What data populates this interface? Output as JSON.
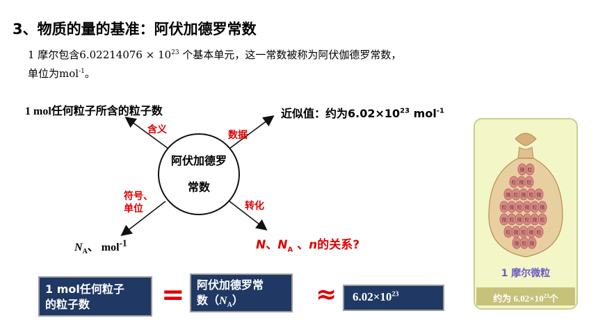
{
  "title": "3、物质的量的基准：阿伏加德罗常数",
  "intro": {
    "line1_pre": "1 摩尔包含6.02214076 × 10",
    "line1_exp": "23",
    "line1_post": " 个基本单元，这一常数被称为阿伏伽德罗常数，",
    "line2_pre": "单位为mol",
    "line2_exp": "-1",
    "line2_post": "。"
  },
  "diagram": {
    "center_line1": "阿伏加德罗",
    "center_line2": "常数",
    "top_left_label": "1 mol任何粒子所含的粒子数",
    "top_left_tag": "含义",
    "top_right_label_pre": "近似值：约为6.02×10",
    "top_right_label_exp": "23",
    "top_right_label_unit": " mol",
    "top_right_label_unit_exp": "-1",
    "top_right_tag": "数据",
    "bottom_left_tag_line1": "符号、",
    "bottom_left_tag_line2": "单位",
    "bottom_left_label_n": "N",
    "bottom_left_label_sub": "A",
    "bottom_left_label_post": "、 mol",
    "bottom_left_label_exp": "-1",
    "bottom_right_tag": "转化",
    "bottom_right_N": "N",
    "bottom_right_sep1": "、",
    "bottom_right_NA": "N",
    "bottom_right_NA_sub": "A",
    "bottom_right_sep2": " 、",
    "bottom_right_n": "n",
    "bottom_right_post": "的关系?"
  },
  "equation": {
    "box1_line1": "1 mol任何粒子",
    "box1_line2": "的粒子数",
    "equals": "=",
    "box2_line1": "阿伏加德罗常",
    "box2_line2_pre": "数（",
    "box2_N": "N",
    "box2_sub": "A",
    "box2_line2_post": "）",
    "approx": "≈",
    "box3_pre": "6.02×10",
    "box3_exp": "23"
  },
  "bag": {
    "caption": "1 摩尔微粒",
    "sub_pre": "约为 6.02×10",
    "sub_exp": "23",
    "sub_post": "个",
    "bead_text1": "微",
    "bead_text2": "粒"
  },
  "colors": {
    "accent_red": "#e00000",
    "box_navy": "#1f3864",
    "caption_purple": "#6b5cc6",
    "bag_bg": "#f3f6c7"
  }
}
